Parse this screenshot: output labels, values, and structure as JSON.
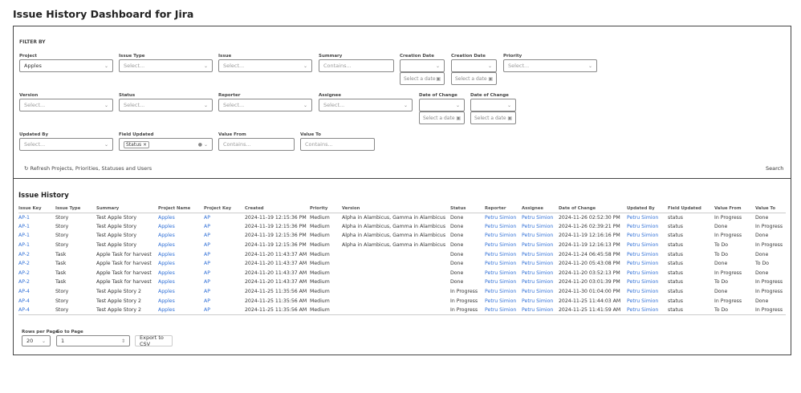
{
  "title": "Issue History Dashboard for Jira",
  "filters": {
    "heading": "FILTER BY",
    "project": {
      "label": "Project",
      "value": "Apples"
    },
    "issue_type": {
      "label": "Issue Type",
      "placeholder": "Select..."
    },
    "issue": {
      "label": "Issue",
      "placeholder": "Select..."
    },
    "summary": {
      "label": "Summary",
      "placeholder": "Contains..."
    },
    "creation_date_from": {
      "label": "Creation Date",
      "date_placeholder": "Select a date"
    },
    "creation_date_to": {
      "label": "Creation Date",
      "date_placeholder": "Select a date"
    },
    "priority": {
      "label": "Priority",
      "placeholder": "Select..."
    },
    "version": {
      "label": "Version",
      "placeholder": "Select..."
    },
    "status": {
      "label": "Status",
      "placeholder": "Select..."
    },
    "reporter": {
      "label": "Reporter",
      "placeholder": "Select..."
    },
    "assignee": {
      "label": "Assignee",
      "placeholder": "Select..."
    },
    "date_of_change_from": {
      "label": "Date of Change",
      "date_placeholder": "Select a date"
    },
    "date_of_change_to": {
      "label": "Date of Change",
      "date_placeholder": "Select a date"
    },
    "updated_by": {
      "label": "Updated By",
      "placeholder": "Select..."
    },
    "field_updated": {
      "label": "Field Updated",
      "tag": "Status"
    },
    "value_from": {
      "label": "Value From",
      "placeholder": "Contains..."
    },
    "value_to": {
      "label": "Value To",
      "placeholder": "Contains..."
    },
    "refresh_label": "Refresh Projects, Priorities, Statuses and Users",
    "search_label": "Search"
  },
  "history": {
    "title": "Issue History",
    "columns": [
      "Issue Key",
      "Issue Type",
      "Summary",
      "Project Name",
      "Project Key",
      "Created",
      "Priority",
      "Version",
      "Status",
      "Reporter",
      "Assignee",
      "Date of Change",
      "Updated By",
      "Field Updated",
      "Value From",
      "Value To"
    ],
    "rows": [
      [
        "AP-1",
        "Story",
        "Test Apple Story",
        "Apples",
        "AP",
        "2024-11-19 12:15:36 PM",
        "Medium",
        "Alpha in Alambicus, Gamma in Alambicus",
        "Done",
        "Petru Simion",
        "Petru Simion",
        "2024-11-26 02:52:30 PM",
        "Petru Simion",
        "status",
        "In Progress",
        "Done"
      ],
      [
        "AP-1",
        "Story",
        "Test Apple Story",
        "Apples",
        "AP",
        "2024-11-19 12:15:36 PM",
        "Medium",
        "Alpha in Alambicus, Gamma in Alambicus",
        "Done",
        "Petru Simion",
        "Petru Simion",
        "2024-11-26 02:39:21 PM",
        "Petru Simion",
        "status",
        "Done",
        "In Progress"
      ],
      [
        "AP-1",
        "Story",
        "Test Apple Story",
        "Apples",
        "AP",
        "2024-11-19 12:15:36 PM",
        "Medium",
        "Alpha in Alambicus, Gamma in Alambicus",
        "Done",
        "Petru Simion",
        "Petru Simion",
        "2024-11-19 12:16:16 PM",
        "Petru Simion",
        "status",
        "In Progress",
        "Done"
      ],
      [
        "AP-1",
        "Story",
        "Test Apple Story",
        "Apples",
        "AP",
        "2024-11-19 12:15:36 PM",
        "Medium",
        "Alpha in Alambicus, Gamma in Alambicus",
        "Done",
        "Petru Simion",
        "Petru Simion",
        "2024-11-19 12:16:13 PM",
        "Petru Simion",
        "status",
        "To Do",
        "In Progress"
      ],
      [
        "AP-2",
        "Task",
        "Apple Task for harvest",
        "Apples",
        "AP",
        "2024-11-20 11:43:37 AM",
        "Medium",
        "",
        "Done",
        "Petru Simion",
        "Petru Simion",
        "2024-11-24 06:45:58 PM",
        "Petru Simion",
        "status",
        "To Do",
        "Done"
      ],
      [
        "AP-2",
        "Task",
        "Apple Task for harvest",
        "Apples",
        "AP",
        "2024-11-20 11:43:37 AM",
        "Medium",
        "",
        "Done",
        "Petru Simion",
        "Petru Simion",
        "2024-11-20 05:43:08 PM",
        "Petru Simion",
        "status",
        "Done",
        "To Do"
      ],
      [
        "AP-2",
        "Task",
        "Apple Task for harvest",
        "Apples",
        "AP",
        "2024-11-20 11:43:37 AM",
        "Medium",
        "",
        "Done",
        "Petru Simion",
        "Petru Simion",
        "2024-11-20 03:52:13 PM",
        "Petru Simion",
        "status",
        "In Progress",
        "Done"
      ],
      [
        "AP-2",
        "Task",
        "Apple Task for harvest",
        "Apples",
        "AP",
        "2024-11-20 11:43:37 AM",
        "Medium",
        "",
        "Done",
        "Petru Simion",
        "Petru Simion",
        "2024-11-20 03:01:39 PM",
        "Petru Simion",
        "status",
        "To Do",
        "In Progress"
      ],
      [
        "AP-4",
        "Story",
        "Test Apple Story 2",
        "Apples",
        "AP",
        "2024-11-25 11:35:56 AM",
        "Medium",
        "",
        "In Progress",
        "Petru Simion",
        "Petru Simion",
        "2024-11-30 01:04:00 PM",
        "Petru Simion",
        "status",
        "Done",
        "In Progress"
      ],
      [
        "AP-4",
        "Story",
        "Test Apple Story 2",
        "Apples",
        "AP",
        "2024-11-25 11:35:56 AM",
        "Medium",
        "",
        "In Progress",
        "Petru Simion",
        "Petru Simion",
        "2024-11-25 11:44:03 AM",
        "Petru Simion",
        "status",
        "In Progress",
        "Done"
      ],
      [
        "AP-4",
        "Story",
        "Test Apple Story 2",
        "Apples",
        "AP",
        "2024-11-25 11:35:56 AM",
        "Medium",
        "",
        "In Progress",
        "Petru Simion",
        "Petru Simion",
        "2024-11-25 11:41:59 AM",
        "Petru Simion",
        "status",
        "To Do",
        "In Progress"
      ]
    ]
  },
  "footer": {
    "rows_per_page_label": "Rows per Page",
    "rows_per_page": "20",
    "go_to_page_label": "Go to Page",
    "page": "1",
    "export_label": "Export to CSV"
  },
  "colors": {
    "link": "#2f6fd6",
    "border": "#444444"
  }
}
